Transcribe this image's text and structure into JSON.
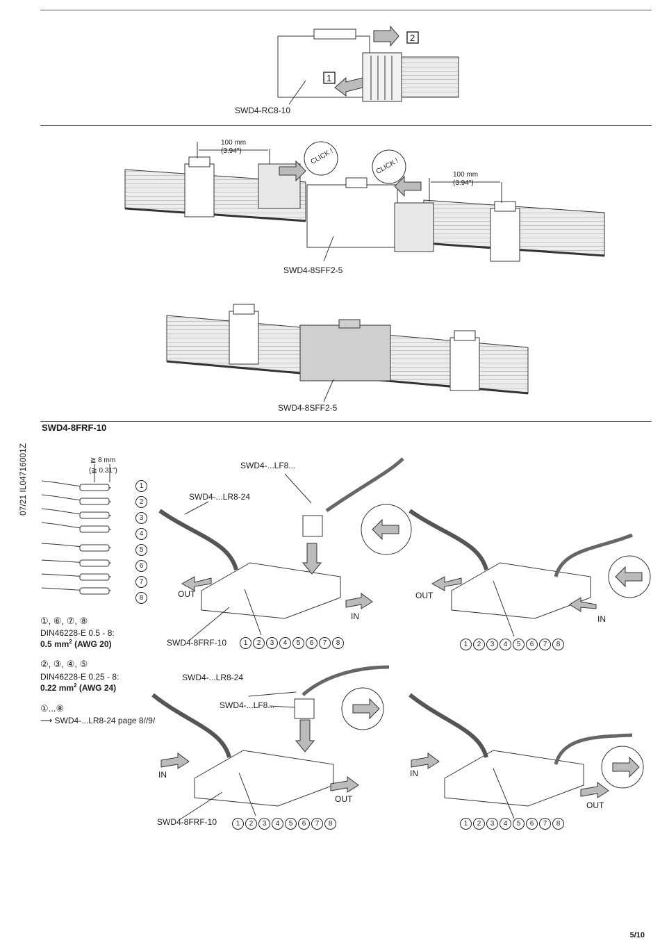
{
  "fig1": {
    "model": "SWD4-RC8-10",
    "step1": "1",
    "step2": "2"
  },
  "fig2": {
    "dist_left": "100 mm",
    "dist_left_in": "(3.94\")",
    "dist_right": "100 mm",
    "dist_right_in": "(3.94\")",
    "click_left": "CLICK !",
    "click_right": "CLICK !",
    "model": "SWD4-8SFF2-5"
  },
  "fig3": {
    "model": "SWD4-8SFF2-5"
  },
  "section": {
    "title": "SWD4-8FRF-10",
    "side_code": "07/21 IL04716001Z"
  },
  "strip": {
    "len": "≧ 8 mm",
    "len_in": "(≧ 0.31\")",
    "wires": [
      "1",
      "2",
      "3",
      "4",
      "5",
      "6",
      "7",
      "8"
    ]
  },
  "specs": [
    {
      "nums": "①, ⑥, ⑦, ⑧",
      "std": "DIN46228-E 0.5 - 8:",
      "size": "0.5 mm",
      "sup": "2",
      "awg": " (AWG 20)"
    },
    {
      "nums": "②, ③, ④, ⑤",
      "std": "DIN46228-E 0.25 - 8:",
      "size": "0.22 mm",
      "sup": "2",
      "awg": " (AWG 24)"
    }
  ],
  "ref": {
    "nums": "①...⑧",
    "text": "SWD4-...LR8-24 page 8//9/"
  },
  "diagrams": {
    "lr8": "SWD4-...LR8-24",
    "lf8": "SWD4-...LF8...",
    "frf": "SWD4-8FRF-10",
    "out": "OUT",
    "in": "IN",
    "nums": [
      "1",
      "2",
      "3",
      "4",
      "5",
      "6",
      "7",
      "8"
    ]
  },
  "page": "5/10"
}
